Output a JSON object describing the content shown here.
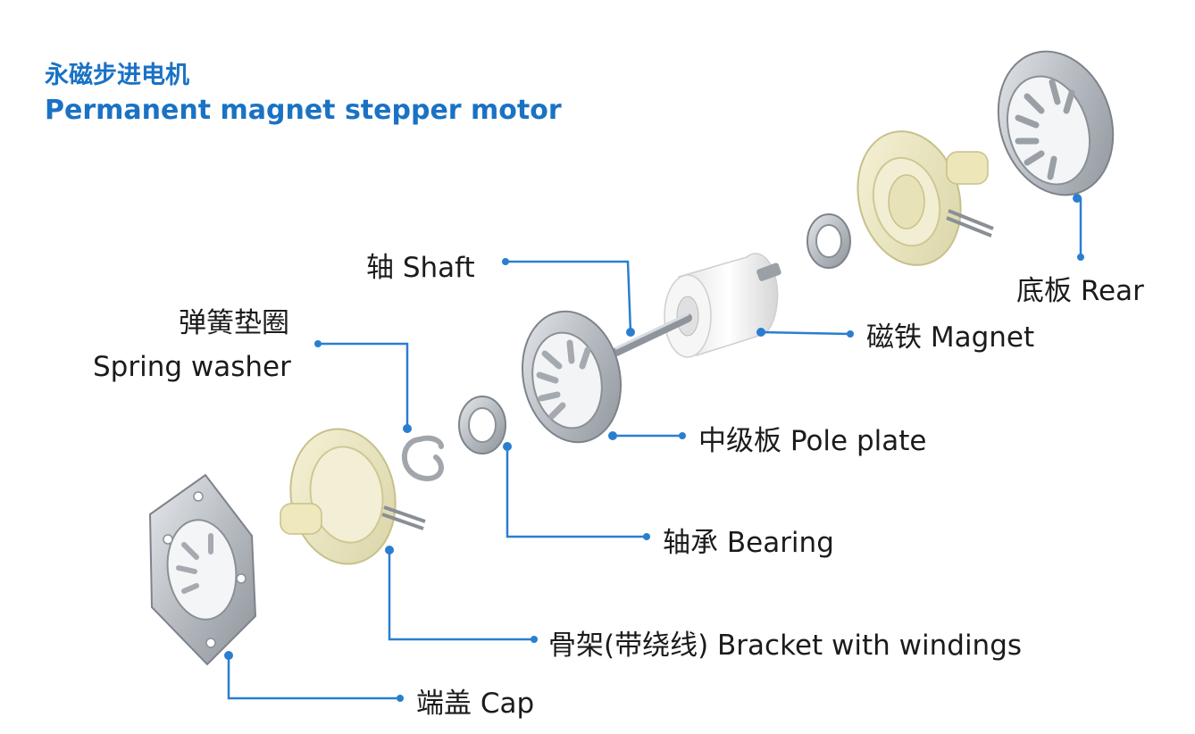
{
  "title": {
    "chinese": "永磁步进电机",
    "english": "Permanent magnet stepper motor"
  },
  "labels": {
    "rear": "底板 Rear",
    "magnet": "磁铁 Magnet",
    "shaft": "轴 Shaft",
    "spring_washer_cn": "弹簧垫圈",
    "spring_washer_en": "Spring washer",
    "pole_plate": "中级板 Pole plate",
    "bearing": "轴承 Bearing",
    "bracket": "骨架(带绕线) Bracket with windings",
    "cap": "端盖 Cap"
  },
  "colors": {
    "accent": "#1a72c4",
    "leader": "#2a7ed0",
    "metal": "#c9cdd2",
    "bracket": "#efebc4",
    "magnet": "#f3f3f3"
  }
}
